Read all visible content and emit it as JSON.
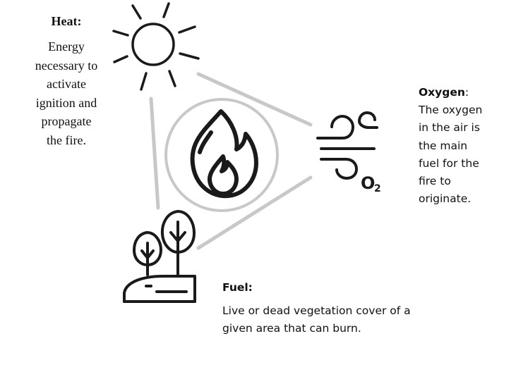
{
  "heat": {
    "title": "Heat:",
    "lines": [
      "Energy",
      "necessary to",
      "activate",
      "ignition and",
      "propagate",
      "the fire."
    ]
  },
  "oxygen": {
    "title": "Oxygen",
    "title_suffix": ":",
    "lines": [
      "The oxygen",
      "in the air is",
      "the main",
      "fuel for the",
      "fire to",
      "originate."
    ],
    "symbol": "O",
    "subscript": "2"
  },
  "fuel": {
    "title": "Fuel:",
    "lines": [
      "Live or dead vegetation cover of a",
      "given area that can burn."
    ]
  },
  "icons": [
    "sun-icon",
    "flame-icon",
    "wind-icon",
    "trees-landscape-icon"
  ],
  "colors": {
    "triangle": "#c8c8c8",
    "icon": "#1a1a1a"
  }
}
